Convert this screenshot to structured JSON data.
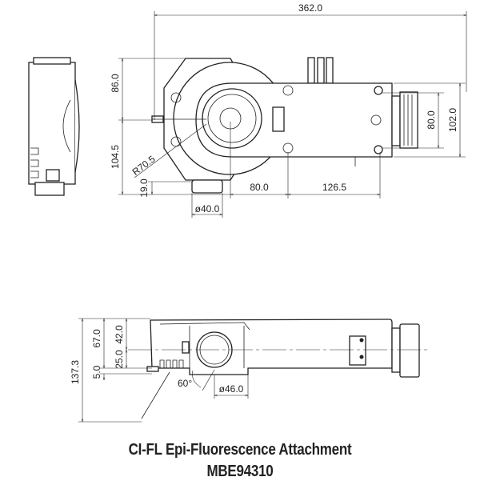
{
  "title": "CI-FL Epi-Fluorescence Attachment",
  "model": "MBE94310",
  "top_view": {
    "overall_width": "362.0",
    "height_upper": "86.0",
    "height_lower": "104.5",
    "radius": "R70.5",
    "offset": "19.0",
    "port_diameter": "ø40.0",
    "dist_a": "80.0",
    "dist_b": "126.5",
    "connector_inner": "80.0",
    "connector_outer": "102.0"
  },
  "front_view": {
    "total_height": "137.3",
    "height_67": "67.0",
    "height_42": "42.0",
    "height_25": "25.0",
    "height_5": "5.0",
    "angle": "60°",
    "port_diameter": "ø46.0"
  }
}
